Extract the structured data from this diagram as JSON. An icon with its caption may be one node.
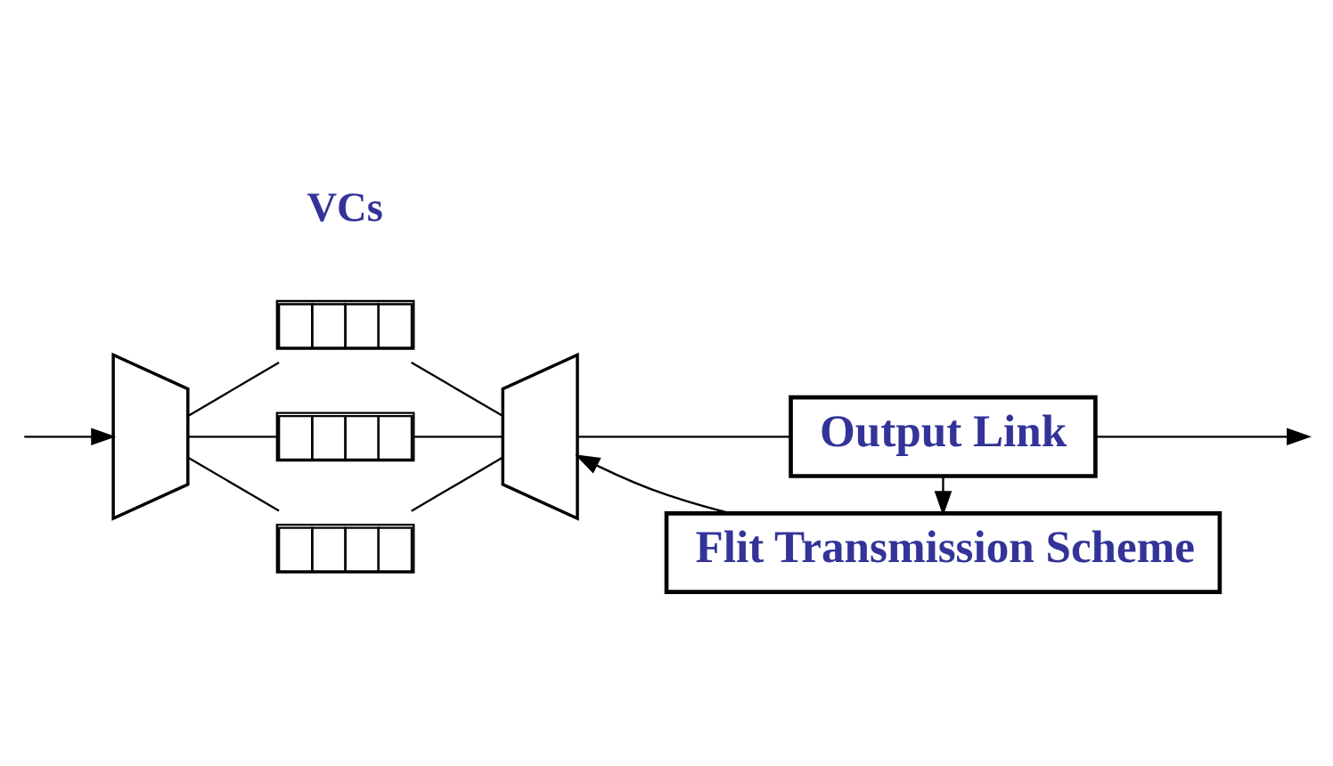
{
  "diagram": {
    "nodes": [
      {
        "text": [],
        "shape": "trapezoid"
      },
      {
        "text": [],
        "shape": "bar"
      },
      {
        "text": [],
        "shape": "bar"
      },
      {
        "text": [],
        "shape": "bar"
      },
      {
        "text": [],
        "shape": "trapezoid"
      },
      {
        "text": [
          "Output Link"
        ]
      },
      {
        "text": [
          "Flit Transmission Scheme"
        ]
      }
    ],
    "edges": [
      {
        "from": null,
        "to": 0,
        "arrow": "to"
      },
      {
        "from": 0,
        "to": 1,
        "arrow": "none"
      },
      {
        "from": 0,
        "to": 2,
        "arrow": "none"
      },
      {
        "from": 0,
        "to": 3,
        "arrow": "none"
      },
      {
        "from": 1,
        "to": 4,
        "arrow": "none"
      },
      {
        "from": 2,
        "to": 4,
        "arrow": "none"
      },
      {
        "from": 3,
        "to": 4,
        "arrow": "none"
      },
      {
        "from": 4,
        "to": 5,
        "arrow": "none"
      },
      {
        "from": 5,
        "to": null,
        "arrow": "to"
      },
      {
        "from": 5,
        "to": 6,
        "arrow": "to"
      },
      {
        "from": 6,
        "to": 4,
        "arrow": "to"
      }
    ],
    "labels": [
      "VCs"
    ]
  }
}
